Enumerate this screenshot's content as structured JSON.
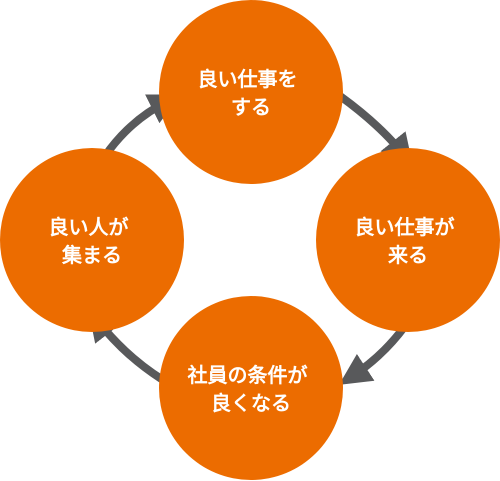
{
  "colors": {
    "circle_fill": "#ec6c00",
    "arrow": "#58595b",
    "label_text": "#ffffff",
    "background": "#ffffff"
  },
  "nodes": [
    {
      "id": "top",
      "lines": [
        "良い仕事を",
        "する"
      ]
    },
    {
      "id": "right",
      "lines": [
        "良い仕事が",
        "来る"
      ]
    },
    {
      "id": "bottom",
      "lines": [
        "社員の条件が",
        "良くなる"
      ]
    },
    {
      "id": "left",
      "lines": [
        "良い人が",
        "集まる"
      ]
    }
  ],
  "arrows": [
    {
      "from": "top",
      "to": "right"
    },
    {
      "from": "right",
      "to": "bottom"
    },
    {
      "from": "bottom",
      "to": "left"
    },
    {
      "from": "left",
      "to": "top"
    }
  ]
}
